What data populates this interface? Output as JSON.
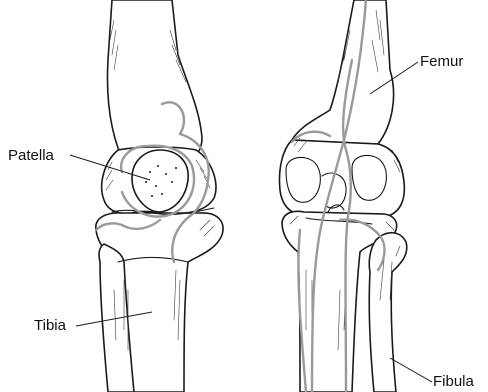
{
  "labels": {
    "patella": "Patella",
    "femur": "Femur",
    "tibia": "Tibia",
    "fibula": "Fibula"
  },
  "colors": {
    "line": "#1a1a1a",
    "vessel": "#9a9a9a",
    "background": "#ffffff"
  }
}
